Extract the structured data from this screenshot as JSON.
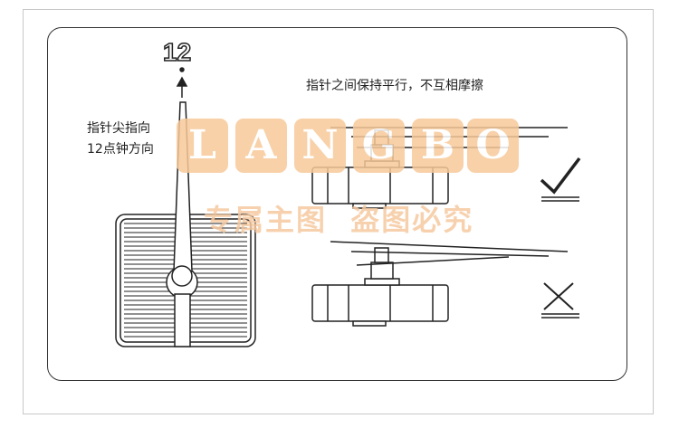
{
  "label_12": "12",
  "left_caption": {
    "line1": "指针尖指向",
    "line2": "12点钟方向"
  },
  "right_caption": "指针之间保持平行，不互相摩擦",
  "watermark": {
    "letters": [
      "L",
      "A",
      "N",
      "G",
      "B",
      "O"
    ],
    "text": "专属主图  盗图必究"
  },
  "colors": {
    "watermark": "#f7c99a",
    "line": "#222222"
  }
}
